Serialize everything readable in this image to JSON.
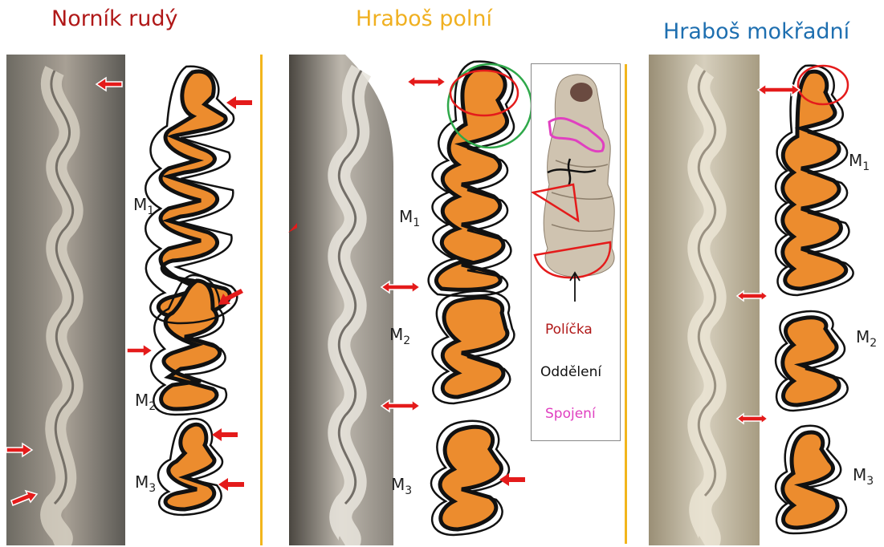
{
  "titles": {
    "left": "Norník rudý",
    "middle": "Hraboš polní",
    "right": "Hraboš mokřadní"
  },
  "molar_labels": {
    "left": [
      "M",
      "1",
      "M",
      "2",
      "M",
      "3"
    ],
    "middle": [
      "M",
      "1",
      "M",
      "2",
      "M",
      "3"
    ],
    "right": [
      "M",
      "1",
      "M",
      "2",
      "M",
      "3"
    ]
  },
  "legend": {
    "policka": "Políčka",
    "oddeleni": "Oddělení",
    "spojeni": "Spojení"
  },
  "colors": {
    "title_left": "#b01818",
    "title_middle": "#f0b020",
    "title_right": "#1e6fb0",
    "divider": "#f2b51c",
    "enamel_fill": "#ec8c2e",
    "arrow": "#e41b1b",
    "policka": "#b01818",
    "oddeleni": "#111111",
    "spojeni": "#e040c0",
    "circle_green": "#2fa84a",
    "circle_red": "#e41b1b"
  }
}
